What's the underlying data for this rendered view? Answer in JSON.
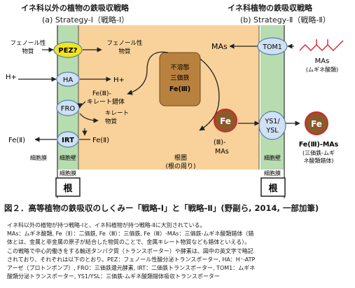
{
  "headers": {
    "left_title": "イネ科以外の植物の鉄吸収戦略",
    "left_sub": "(a) Strategy-Ⅰ（戦略-Ⅰ）",
    "right_title": "イネ科植物の鉄吸収戦略",
    "right_sub": "(b) Strategy-Ⅱ（戦略-Ⅱ）"
  },
  "left": {
    "phenol_compound_out": [
      "フェノール性",
      "物質"
    ],
    "pez": "PEZ?",
    "phenol_compound_in": [
      "フェノール性",
      "物質"
    ],
    "h_out": "H+",
    "ha": "HA",
    "h_in": "H+",
    "chelate_complex": [
      "Fe(Ⅲ)-",
      "キレート錯体"
    ],
    "fro": "FRO",
    "chelating_agent": [
      "キレート",
      "物質"
    ],
    "fe2_out": "Fe(Ⅱ)",
    "irt": "IRT",
    "fe2_in": "Fe(Ⅱ)",
    "cell_membrane": "細胞膜",
    "cell_wall": "細胞壁",
    "cell_membrane_bottom": "細胞膜",
    "root": "根"
  },
  "center": {
    "insoluble_fe3": [
      "不溶態",
      "三価鉄",
      "Fe(Ⅲ)"
    ],
    "rhizosphere": [
      "根圏",
      "(根の周り)"
    ]
  },
  "right": {
    "mas": "MAs",
    "tom1": "TOM1",
    "mas_label": "MAs",
    "mugineic_acids": "(ムギネ酸類)",
    "fe_ball_left": "Fe",
    "fe_mas_left": [
      "(Ⅲ)-",
      "MAs"
    ],
    "ys1": [
      "YS1/",
      "YSL"
    ],
    "fe_ball_right": "Fe",
    "fe_mas_right": "Fe(Ⅲ)-MAs",
    "complex_note": [
      "(三価鉄-ムギ",
      "ネ酸類錯体)"
    ],
    "cell_wall": "細胞壁",
    "cell_membrane": "細胞膜",
    "root": "根"
  },
  "caption": "図２．高等植物の鉄吸収のしくみー「戦略-Ⅰ」と「戦略-Ⅱ」(野副ら, 2014, 一部加筆)",
  "description": [
    "イネ科以外の植物が持つ戦略-Ⅰと、イネ科植物が持つ戦略-Ⅱに大別されている。",
    "MAs：ムギネ酸類, Fe（Ⅱ）：二価鉄, Fe（Ⅲ）：三価鉄, Fe（Ⅲ）-MAs：三価鉄-ムギネ酸類錯体（錯",
    "体とは、金属と非金属の原子が結合した物質のことで、金属キレート物質なども錯体といえる）。",
    "この戦略で中心的働きをする輸送タンパク質（トランスポーター）や酵素は、図中の英文字で略記",
    "されており、それぞれは以下のとおり。PEZ：フェノール性酸分泌トランスポーター, HA：H⁺-ATP",
    "アーゼ（プロトンポンプ）, FRO：三価鉄還元酵素, IRT：二価鉄トランスポーター, TOM1：ムギネ",
    "酸類分泌トランスポーター, YS1/YSL：三価鉄-ムギネ酸類錯体吸収トランスポーター"
  ],
  "colors": {
    "rhizosphere": "#f8d29a",
    "cell_wall": "#b7dcb0",
    "membrane": "#e3f0dd",
    "transporter": "#cfe1f3",
    "transporter_stroke": "#5580b0",
    "pez_fill": "#f2e41e",
    "insoluble_fill": "#b8823e",
    "fe_ball": "#8a5a2a",
    "mas_red": "#d4262a",
    "arrow": "#222222"
  }
}
